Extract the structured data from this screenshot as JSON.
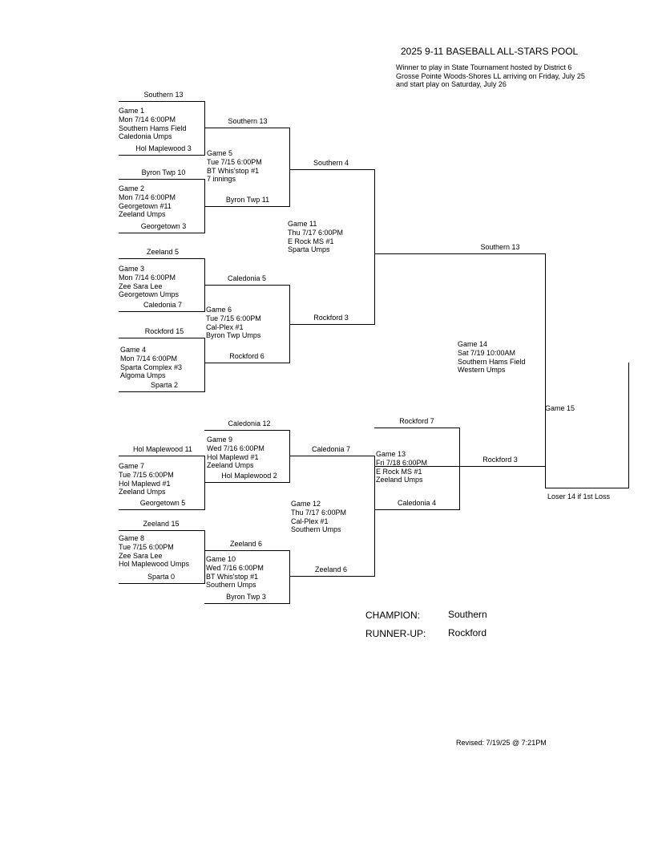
{
  "title": "2025 9-11 BASEBALL ALL-STARS POOL",
  "subtitle": [
    "Winner to play in State Tournament hosted by District 6",
    "Grosse Pointe Woods-Shores LL arriving on Friday, July 25",
    "and start play on Saturday, July 26"
  ],
  "games": [
    {
      "key": "g1",
      "top": "Southern  13",
      "bottom": "Hol Maplewood  3",
      "info": [
        "Game 1",
        "Mon  7/14  6:00PM",
        "Southern Hams Field",
        "Caledonia Umps"
      ]
    },
    {
      "key": "g2",
      "top": "Byron Twp  10",
      "bottom": "Georgetown  3",
      "info": [
        "Game 2",
        "Mon  7/14  6:00PM",
        "Georgetown #11",
        "Zeeland Umps"
      ]
    },
    {
      "key": "g3",
      "top": "Zeeland  5",
      "bottom": "Caledonia  7",
      "info": [
        "Game 3",
        "Mon  7/14  6:00PM",
        "Zee Sara Lee",
        "Georgetown Umps"
      ]
    },
    {
      "key": "g4",
      "top": "Rockford  15",
      "bottom": "Sparta  2",
      "info": [
        "Game 4",
        "Mon  7/14  6:00PM",
        "Sparta Complex #3",
        "Algoma Umps"
      ]
    },
    {
      "key": "g5",
      "top": "Southern  13",
      "bottom": "Byron Twp  11",
      "info": [
        "Game 5",
        "Tue  7/15  6:00PM",
        "BT Whis'stop #1",
        "7 innings"
      ]
    },
    {
      "key": "g6",
      "top": "Caledonia  5",
      "bottom": "Rockford  6",
      "info": [
        "Game 6",
        "Tue  7/15  6:00PM",
        "Cal-Plex #1",
        "Byron Twp Umps"
      ]
    },
    {
      "key": "g11",
      "top": "Southern  4",
      "bottom": "Rockford  3",
      "info": [
        "Game 11",
        "Thu  7/17  6:00PM",
        "E Rock MS #1",
        "Sparta Umps"
      ]
    },
    {
      "key": "g7",
      "top": "Hol Maplewood  11",
      "bottom": "Georgetown  5",
      "info": [
        "Game 7",
        "Tue  7/15  6:00PM",
        "Hol Maplewd #1",
        "Zeeland Umps"
      ]
    },
    {
      "key": "g8",
      "top": "Zeeland  15",
      "bottom": "Sparta  0",
      "info": [
        "Game 8",
        "Tue  7/15  6:00PM",
        "Zee Sara Lee",
        "Hol Maplewood Umps"
      ]
    },
    {
      "key": "g9",
      "top": "Caledonia  12",
      "bottom": "Hol Maplewood  2",
      "info": [
        "Game 9",
        "Wed  7/16  6:00PM",
        "Hol Maplewd #1",
        "Zeeland Umps"
      ]
    },
    {
      "key": "g10",
      "top": "Zeeland  6",
      "bottom": "Byron Twp  3",
      "info": [
        "Game 10",
        "Wed  7/16  6:00PM",
        "BT Whis'stop #1",
        "Southern Umps"
      ]
    },
    {
      "key": "g12",
      "top": "Caledonia  7",
      "bottom": "Zeeland  6",
      "info": [
        "Game 12",
        "Thu  7/17  6:00PM",
        "Cal-Plex #1",
        "Southern Umps"
      ]
    },
    {
      "key": "g13",
      "top": "Rockford  7",
      "bottom": "Caledonia  4",
      "info": [
        "Game 13",
        "Fri  7/18  6:00PM",
        "E Rock MS #1",
        "Zeeland Umps"
      ]
    },
    {
      "key": "g14",
      "top": "Southern  13",
      "bottom": "Rockford  3",
      "info": [
        "Game 14",
        "Sat  7/19 10:00AM",
        "Southern Hams Field",
        "Western Umps"
      ]
    }
  ],
  "game15": {
    "label": "Game 15",
    "note": "Loser 14 if 1st Loss"
  },
  "champion": {
    "label": "CHAMPION:",
    "value": "Southern"
  },
  "runner_up": {
    "label": "RUNNER-UP:",
    "value": "Rockford"
  },
  "revised": "Revised:  7/19/25 @  7:21PM"
}
